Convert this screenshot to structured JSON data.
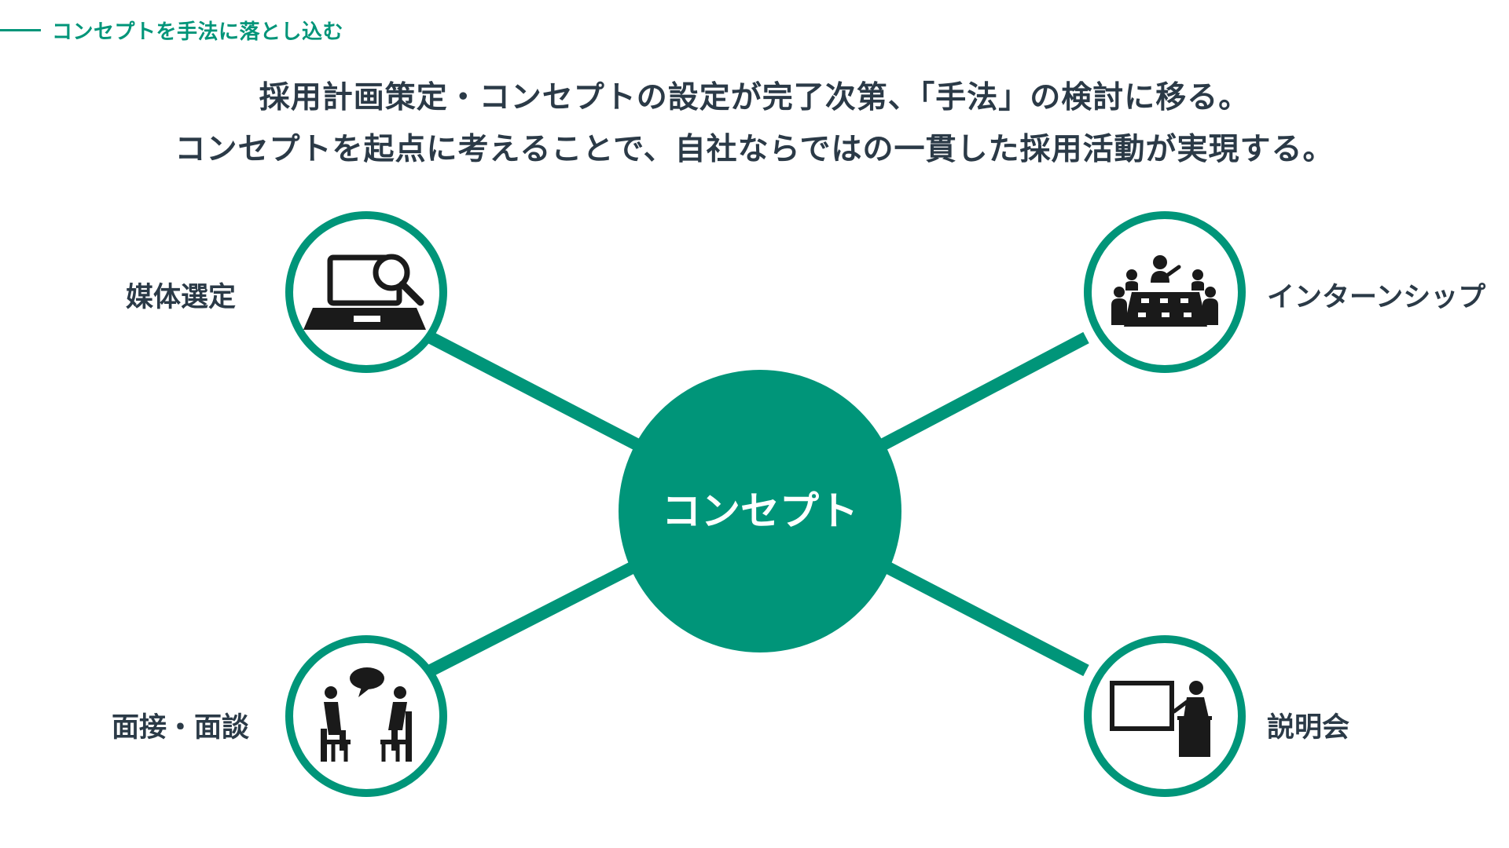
{
  "section": {
    "title": "コンセプトを手法に落とし込む"
  },
  "headline": {
    "line1": "採用計画策定・コンセプトの設定が完了次第、「手法」の検討に移る。",
    "line2": "コンセプトを起点に考えることで、自社ならではの一貫した採用活動が実現する。"
  },
  "diagram": {
    "center_label": "コンセプト",
    "nodes": [
      {
        "label": "媒体選定",
        "icon": "laptop-search-icon"
      },
      {
        "label": "インターンシップ",
        "icon": "meeting-table-icon"
      },
      {
        "label": "面接・面談",
        "icon": "interview-icon"
      },
      {
        "label": "説明会",
        "icon": "presentation-icon"
      }
    ]
  },
  "colors": {
    "accent": "#009579",
    "text": "#2b3a47",
    "icon": "#1a1a1a",
    "background": "#ffffff"
  }
}
